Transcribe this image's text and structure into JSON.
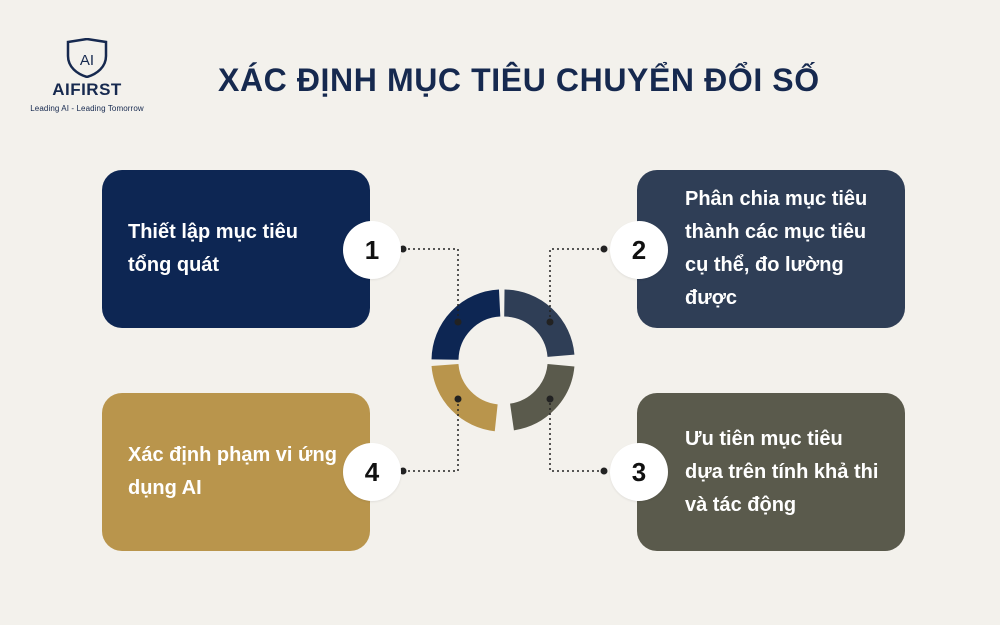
{
  "logo": {
    "mark": "AI",
    "name": "AIFIRST",
    "tagline": "Leading AI - Leading Tomorrow"
  },
  "title": "XÁC ĐỊNH MỤC TIÊU CHUYỂN ĐỔI SỐ",
  "steps": [
    {
      "number": "1",
      "text": "Thiết lập mục tiêu tổng quát",
      "color": "#0d2653"
    },
    {
      "number": "2",
      "text": "Phân chia mục tiêu thành các mục tiêu cụ thể, đo lường được",
      "color": "#2f3e56"
    },
    {
      "number": "3",
      "text": "Ưu tiên mục tiêu dựa trên tính khả thi và tác động",
      "color": "#5a5a4c"
    },
    {
      "number": "4",
      "text": "Xác định phạm vi ứng dụng AI",
      "color": "#b9954c"
    }
  ]
}
